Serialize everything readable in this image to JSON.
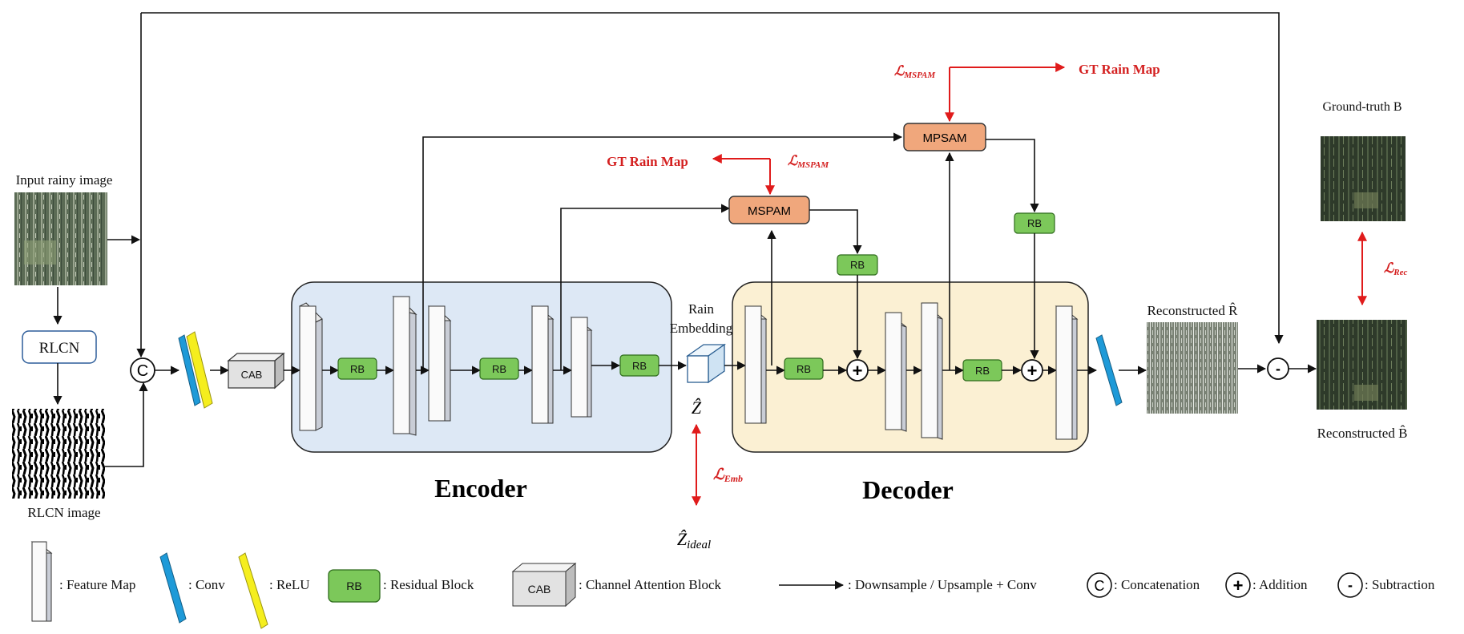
{
  "labels": {
    "input": "Input rainy image",
    "rlcn": "RLCN",
    "rlcn_image": "RLCN image",
    "concat_symbol": "C",
    "cab": "CAB",
    "rb": "RB",
    "rain_embedding_1": "Rain",
    "rain_embedding_2": "Embedding",
    "z_hat": "Ẑ",
    "z_ideal": "Ẑ",
    "z_ideal_sub": "ideal",
    "l_emb": "ℒ",
    "l_emb_sub": "Emb",
    "encoder": "Encoder",
    "decoder": "Decoder",
    "mspam": "MSPAM",
    "mpsam": "MPSAM",
    "gt_rain_map": "GT Rain Map",
    "l_mspam": "ℒ",
    "l_mspam_sub": "MSPAM",
    "reconstructed_r": "Reconstructed R̂",
    "ground_truth": "Ground-truth B",
    "reconstructed_b": "Reconstructed B̂",
    "l_rec": "ℒ",
    "l_rec_sub": "Rec",
    "plus": "+",
    "minus": "-"
  },
  "legend": {
    "feature_map": ": Feature Map",
    "conv": ": Conv",
    "relu": ": ReLU",
    "rb": "RB",
    "residual_block": ": Residual Block",
    "cab": "CAB",
    "channel_attention": ": Channel Attention Block",
    "arrow": ": Downsample / Upsample + Conv",
    "c": "C",
    "concatenation": ": Concatenation",
    "plus": "+",
    "addition": ": Addition",
    "minus": "-",
    "subtraction": ": Subtraction"
  },
  "colors": {
    "encoder_bg": "#dde8f5",
    "decoder_bg": "#fbf0d3",
    "rb_green": "#7cc85a",
    "mspam_orange": "#f0a77c",
    "conv_blue": "#1e9ad8",
    "relu_yellow": "#f5ee1e",
    "loss_red": "#d42020"
  }
}
